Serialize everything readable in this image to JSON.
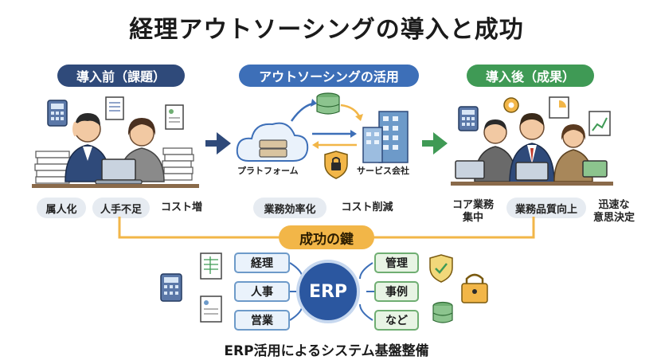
{
  "title": "経理アウトソーシングの導入と成功",
  "before": {
    "label": "導入前（課題）",
    "issues": [
      "属人化",
      "人手不足",
      "コスト増"
    ]
  },
  "middle": {
    "label": "アウトソーシングの活用",
    "platform_label": "プラトフォーム",
    "service_label": "サービス会社",
    "benefits": [
      "業務効率化",
      "コスト削減"
    ]
  },
  "after": {
    "label": "導入後（成果）",
    "results": [
      "コア業務\n集中",
      "業務品質向上",
      "迅速な\n意思決定"
    ]
  },
  "key": {
    "label": "成功の鍵",
    "center": "ERP",
    "left_items": [
      "経理",
      "人事",
      "営業"
    ],
    "right_items": [
      "管理",
      "事例",
      "など"
    ],
    "caption": "ERP活用によるシステム基盤整備"
  },
  "colors": {
    "navy": "#2f4a7a",
    "blue": "#3d6fb8",
    "green": "#3f9a55",
    "orange": "#f2b648"
  }
}
